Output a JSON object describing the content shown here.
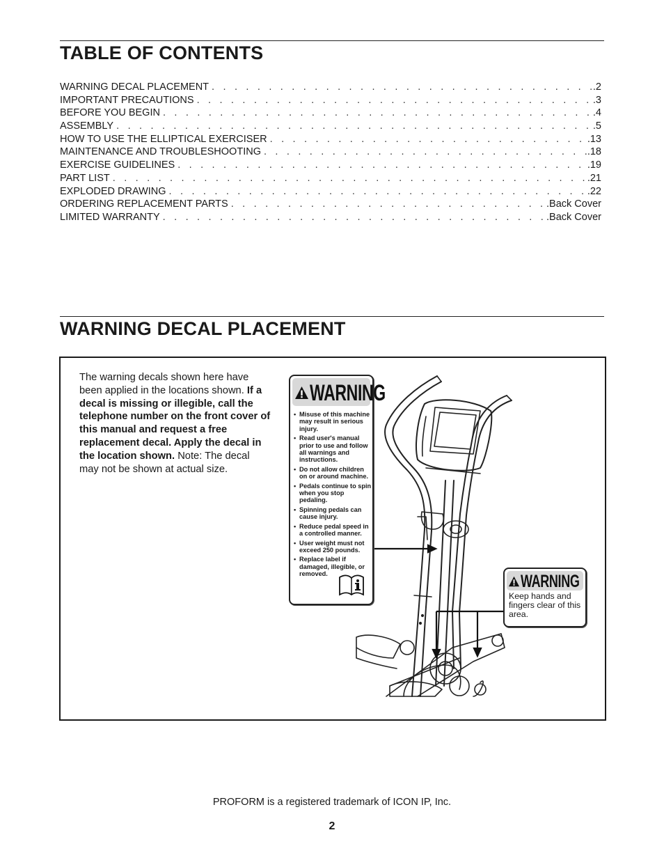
{
  "toc": {
    "heading": "TABLE OF CONTENTS",
    "entries": [
      {
        "title": "WARNING DECAL PLACEMENT",
        "page": ".2"
      },
      {
        "title": "IMPORTANT PRECAUTIONS",
        "page": ".3"
      },
      {
        "title": "BEFORE YOU BEGIN",
        "page": ".4"
      },
      {
        "title": "ASSEMBLY",
        "page": ".5"
      },
      {
        "title": "HOW TO USE THE ELLIPTICAL EXERCISER",
        "page": ".13"
      },
      {
        "title": "MAINTENANCE AND TROUBLESHOOTING",
        "page": ".18"
      },
      {
        "title": "EXERCISE GUIDELINES",
        "page": ".19"
      },
      {
        "title": "PART LIST",
        "page": ".21"
      },
      {
        "title": "EXPLODED DRAWING",
        "page": ".22"
      },
      {
        "title": "ORDERING REPLACEMENT PARTS",
        "page": ".Back Cover"
      },
      {
        "title": "LIMITED WARRANTY",
        "page": ".Back Cover"
      }
    ]
  },
  "warning_section": {
    "heading": "WARNING DECAL PLACEMENT",
    "intro": "The warning decals shown here have been applied in the locations shown.",
    "bold_text": "If a decal is missing or illegible, call the telephone number on the front cover of this manual and request a free replacement decal. Apply the decal in the location shown.",
    "note": "Note: The decal may not be shown at actual size."
  },
  "decal_large": {
    "title": "WARNING",
    "items": [
      "Misuse of this machine may result in serious injury.",
      "Read user's manual prior to use and follow all warnings and instructions.",
      "Do not allow children on or around machine.",
      "Pedals continue to spin when you stop pedaling.",
      "Spinning pedals can cause injury.",
      "Reduce pedal speed in a controlled manner.",
      "User weight must not exceed 250 pounds.",
      "Replace label if damaged, illegible, or removed."
    ],
    "info_icon": "manual-info-icon"
  },
  "decal_small": {
    "title": "WARNING",
    "text": "Keep hands and fingers clear of this area."
  },
  "footer": {
    "trademark": "PROFORM is a registered trademark of ICON IP, Inc.",
    "page_number": "2"
  }
}
